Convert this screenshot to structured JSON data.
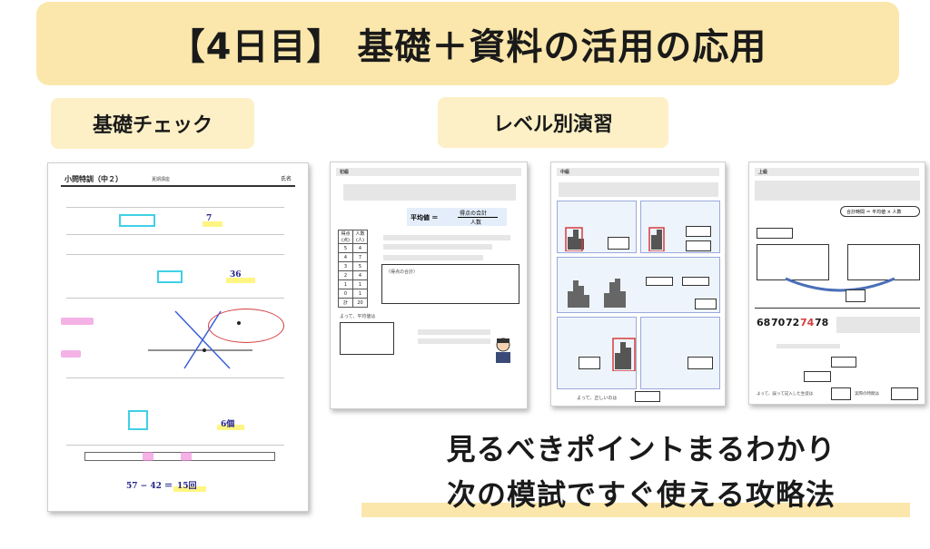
{
  "banner": {
    "title": "【4日目】 基礎＋資料の活用の応用"
  },
  "tags": {
    "basic_check": "基礎チェック",
    "level_practice": "レベル別演習"
  },
  "sheet_basic": {
    "title": "小問特訓（中２）",
    "subtitle": "夏期講座",
    "name_label": "氏名",
    "ans1": "7",
    "ans2": "36",
    "ans3": "15回",
    "ans4": "6個",
    "note": "57 − 42 ＝"
  },
  "sheet_level1": {
    "level": "初級",
    "table_header": [
      "得点(点)",
      "人数(人)"
    ],
    "table_rows": [
      [
        "5",
        "4"
      ],
      [
        "4",
        "7"
      ],
      [
        "3",
        "5"
      ],
      [
        "2",
        "4"
      ],
      [
        "1",
        "1"
      ],
      [
        "0",
        "1"
      ],
      [
        "計",
        "20"
      ]
    ],
    "formula_left": "平均値 ＝",
    "formula_top": "得点の合計",
    "formula_bottom": "人数",
    "box_label": "（得点の合計）",
    "footer": "よって、平均値は"
  },
  "sheet_level2": {
    "level": "中級",
    "footer": "よって、正しいのは"
  },
  "sheet_level3": {
    "level": "上級",
    "formula": "合計時間 ＝ 平均値 × 人数",
    "numbers": [
      "68",
      "70",
      "72",
      "74",
      "78"
    ],
    "footer1": "よって、誤って記入した生徒は",
    "footer2": "実際の時間は"
  },
  "lower": {
    "line1": "見るべきポイントまるわかり",
    "line2": "次の模試ですぐ使える攻略法"
  }
}
